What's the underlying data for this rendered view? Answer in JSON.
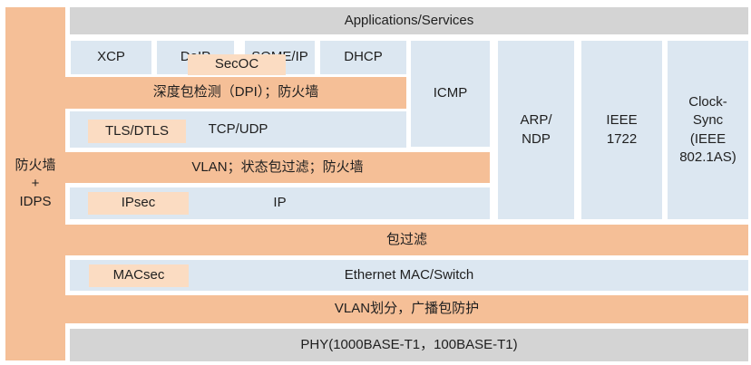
{
  "palette": {
    "orange": "#F5BF97",
    "pink": "#FBDCC2",
    "blue": "#DCE7F1",
    "gray": "#D4D4D4"
  },
  "sidebar": {
    "label": "防火墙\n+\nIDPS"
  },
  "layers": {
    "applications": "Applications/Services",
    "xcp": "XCP",
    "doip": "DoIP",
    "someip": "SOME/IP",
    "dhcp": "DHCP",
    "secoc": "SecOC",
    "dpi_firewall": "深度包检测（DPI）；防火墙",
    "tls_dtls": "TLS/DTLS",
    "tcp_udp": "TCP/UDP",
    "vlan_stateful_firewall": "VLAN；状态包过滤；防火墙",
    "ipsec": "IPsec",
    "ip": "IP",
    "icmp": "ICMP",
    "arp_ndp": "ARP/\nNDP",
    "ieee_1722": "IEEE\n1722",
    "clock_sync": "Clock-\nSync\n(IEEE\n802.1AS)",
    "packet_filter": "包过滤",
    "macsec": "MACsec",
    "ethernet_mac_switch": "Ethernet MAC/Switch",
    "vlan_partition_broadcast": "VLAN划分，广播包防护",
    "phy": "PHY(1000BASE-T1，100BASE-T1)"
  }
}
